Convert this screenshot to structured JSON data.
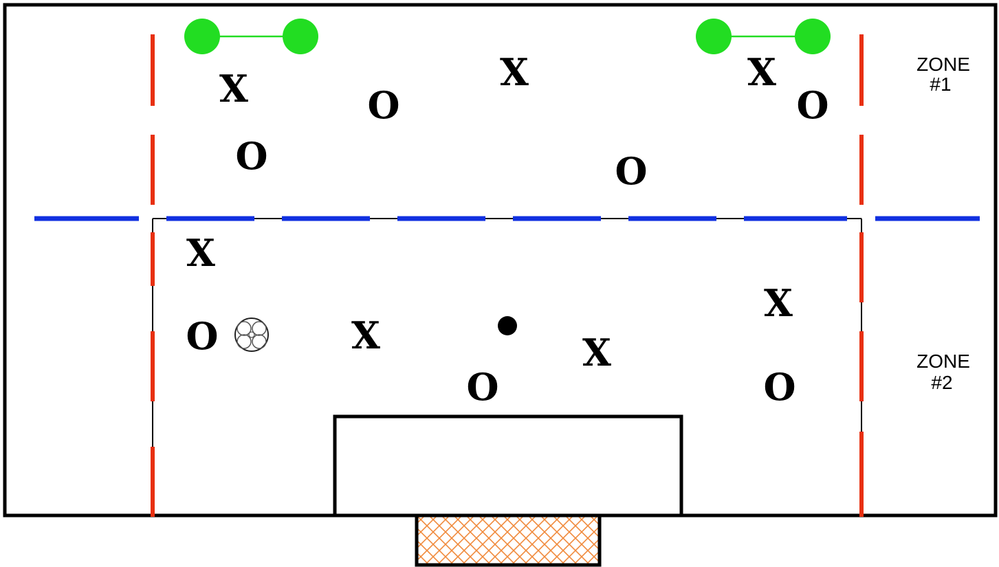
{
  "colors": {
    "field_line": "#000000",
    "zone_divider": "#1030e0",
    "side_markers": "#e83010",
    "mini_goal": "#22dd22",
    "goal_net": "#f08a3c",
    "ball": "#000000"
  },
  "zones": [
    {
      "line1": "ZONE",
      "line2": "#1"
    },
    {
      "line1": "ZONE",
      "line2": "#2"
    }
  ],
  "players": [
    {
      "team": "X",
      "label": "X"
    },
    {
      "team": "X",
      "label": "X"
    },
    {
      "team": "X",
      "label": "X"
    },
    {
      "team": "O",
      "label": "O"
    },
    {
      "team": "O",
      "label": "O"
    },
    {
      "team": "O",
      "label": "O"
    },
    {
      "team": "O",
      "label": "O"
    },
    {
      "team": "X",
      "label": "X"
    },
    {
      "team": "O",
      "label": "O"
    },
    {
      "team": "X",
      "label": "X"
    },
    {
      "team": "X",
      "label": "X"
    },
    {
      "team": "X",
      "label": "X"
    },
    {
      "team": "O",
      "label": "O"
    },
    {
      "team": "O",
      "label": "O"
    }
  ],
  "icons": {
    "mini_goal": "mini-goal-icon",
    "soccer_ball": "soccer-ball-icon",
    "cone": "cone-icon",
    "goal_net": "goal-net-icon"
  }
}
